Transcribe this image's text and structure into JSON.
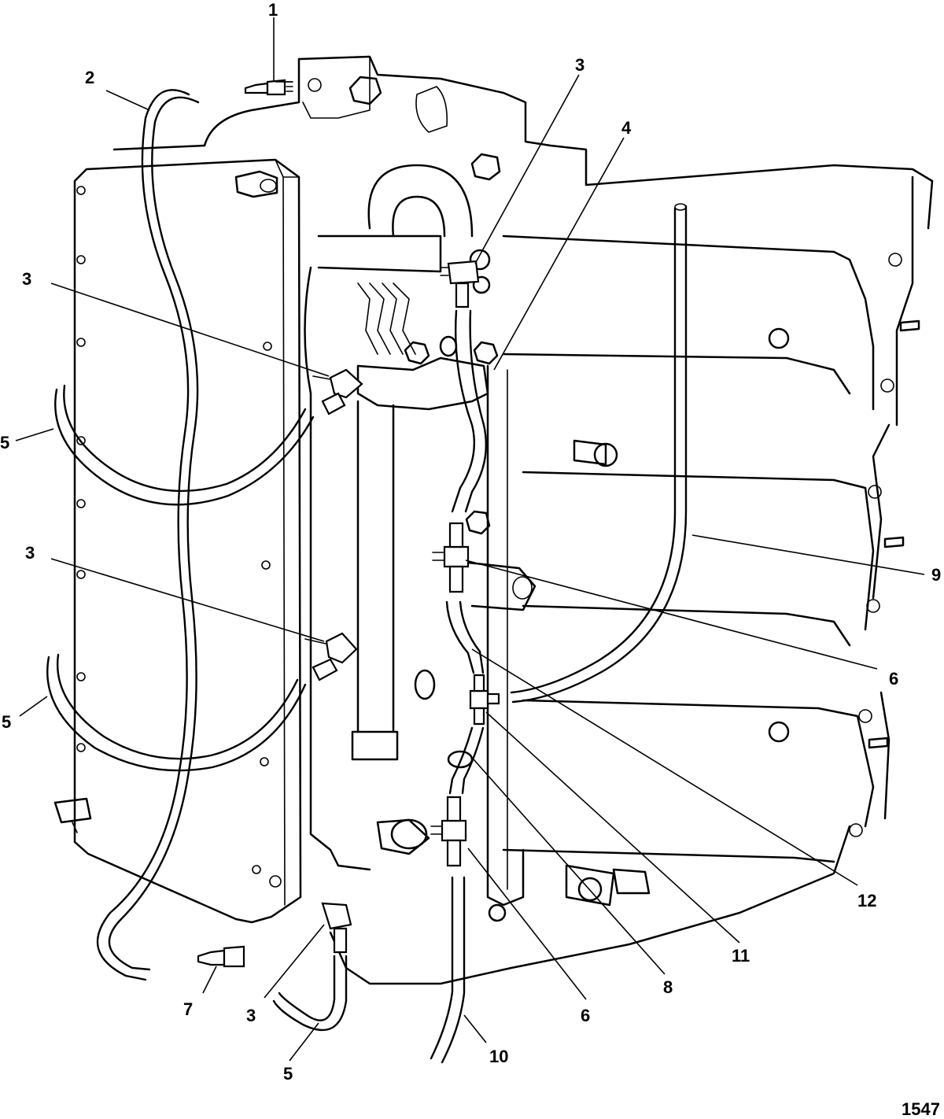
{
  "figure": {
    "id": "1547"
  },
  "callouts": {
    "c1": "1",
    "c2": "2",
    "c3a": "3",
    "c3b": "3",
    "c3c": "3",
    "c3d": "3",
    "c4": "4",
    "c5a": "5",
    "c5b": "5",
    "c5c": "5",
    "c6a": "6",
    "c6b": "6",
    "c7": "7",
    "c8": "8",
    "c9": "9",
    "c10": "10",
    "c11": "11",
    "c12": "12"
  }
}
